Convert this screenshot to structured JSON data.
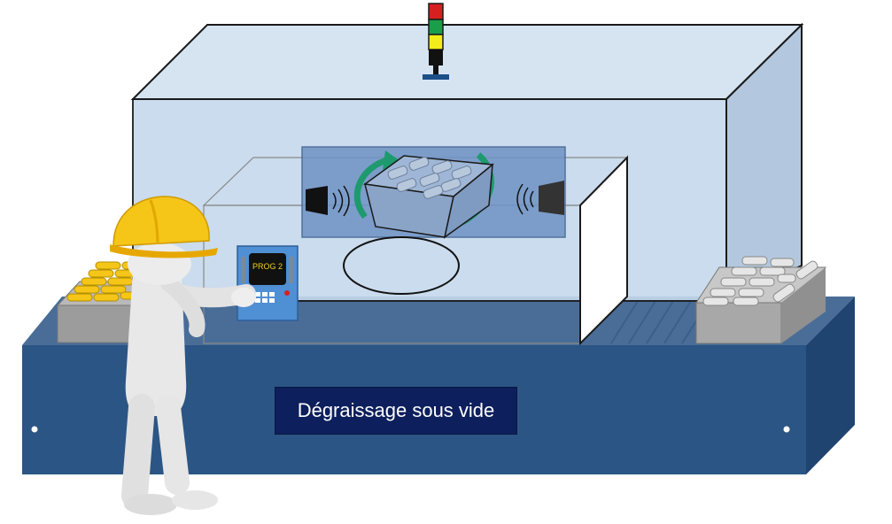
{
  "machine": {
    "label": "Dégraissage sous vide",
    "panel_program": "PROG 2"
  },
  "signal_tower": {
    "lights": [
      "red",
      "green",
      "yellow"
    ]
  },
  "colors": {
    "chamber": "#c5d9ec",
    "conveyor": "#2b5584",
    "label_bg": "#0d1f5c",
    "helmet": "#f5c518",
    "arrow": "#1e9a6e",
    "screen_text": "#f2d21b"
  },
  "icons": [
    "signal-tower-icon",
    "speaker-icon",
    "rotation-arrow-icon",
    "worker-figure",
    "parts-basket-icon"
  ]
}
